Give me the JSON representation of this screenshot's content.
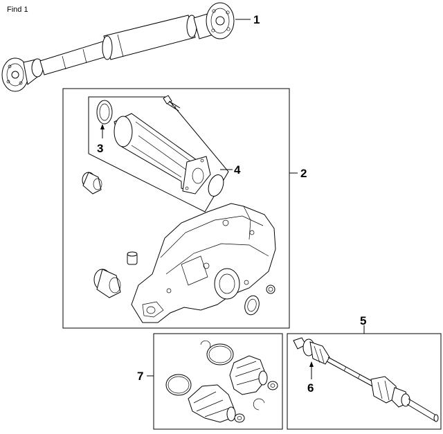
{
  "header": {
    "find_label": "Find 1"
  },
  "callouts": {
    "c1": "1",
    "c2": "2",
    "c3": "3",
    "c4": "4",
    "c5": "5",
    "c6": "6",
    "c7": "7"
  }
}
